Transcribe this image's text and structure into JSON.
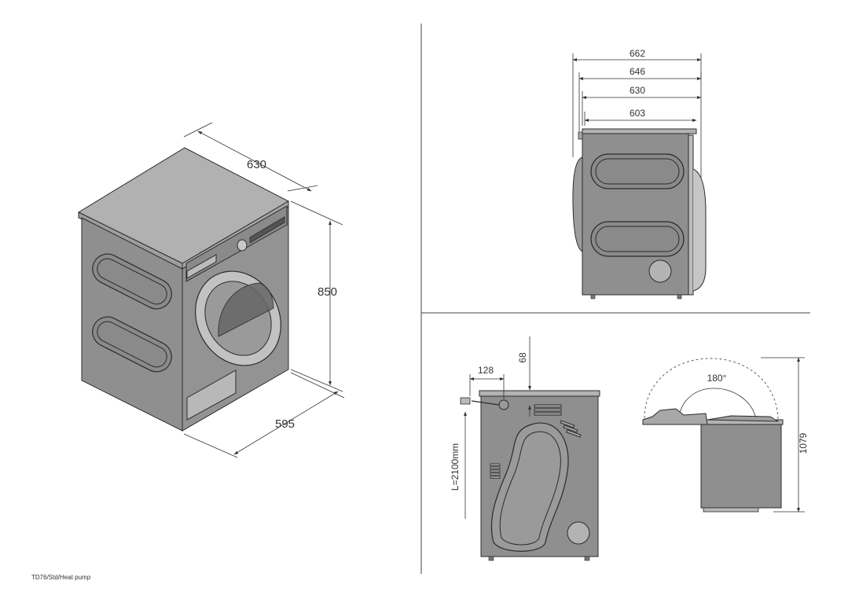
{
  "caption": "TD76/Std/Heat pump",
  "iso_view": {
    "depth_label": "630",
    "height_label": "850",
    "width_label": "595"
  },
  "side_view": {
    "dims": [
      "662",
      "646",
      "630",
      "603"
    ]
  },
  "back_view": {
    "offset_label": "128",
    "top_label": "68",
    "cord_label": "L=2100mm"
  },
  "door_view": {
    "angle_label": "180°",
    "height_label": "1079"
  },
  "colors": {
    "body": "#8f8f8f",
    "body_dark": "#7a7a7a",
    "top": "#b1b1b1",
    "line": "#2b2b2b",
    "dim_line": "#333333",
    "highlight": "#a3a3a3"
  }
}
